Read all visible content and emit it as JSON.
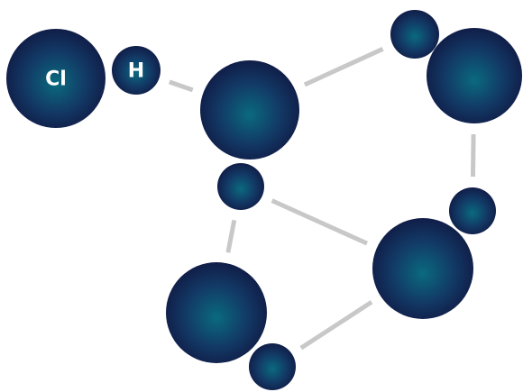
{
  "colors": {
    "atom_highlight": "#0a6a7e",
    "atom_mid": "#123a66",
    "atom_edge": "#101a44",
    "bond": "#c8c8c8",
    "label": "#ffffff",
    "background": "#ffffff"
  },
  "atoms": [
    {
      "id": "cl",
      "label": "Cl"
    },
    {
      "id": "h",
      "label": "H"
    },
    {
      "id": "o1",
      "label": ""
    },
    {
      "id": "h1",
      "label": ""
    },
    {
      "id": "o2",
      "label": ""
    },
    {
      "id": "h2",
      "label": ""
    },
    {
      "id": "h3",
      "label": ""
    },
    {
      "id": "o3",
      "label": ""
    },
    {
      "id": "o4",
      "label": ""
    },
    {
      "id": "h4",
      "label": ""
    }
  ],
  "bonds": [
    {
      "from": "h",
      "to": "o1"
    },
    {
      "from": "o1",
      "to": "h2"
    },
    {
      "from": "o2",
      "to": "h3"
    },
    {
      "from": "h1",
      "to": "o3"
    },
    {
      "from": "h1",
      "to": "o4"
    },
    {
      "from": "o3",
      "to": "h4"
    }
  ]
}
